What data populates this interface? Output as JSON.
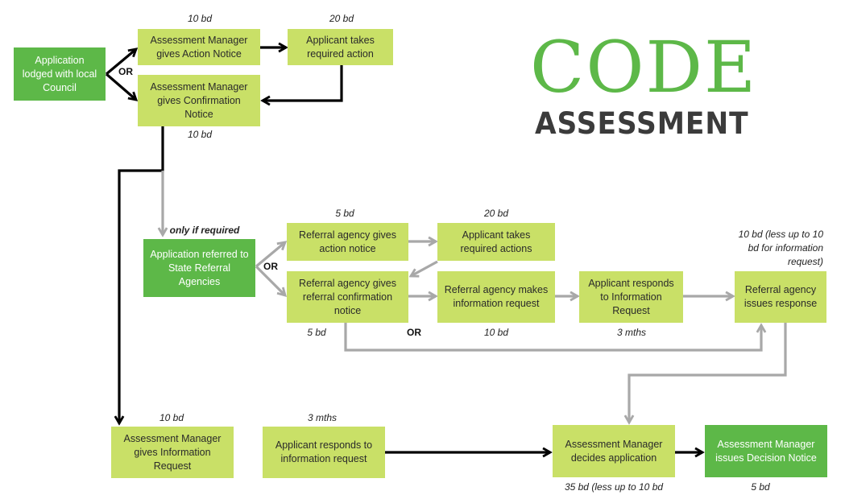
{
  "title": {
    "line1": "CODE",
    "line2": "ASSESSMENT"
  },
  "colors": {
    "primary_step": "#5db848",
    "step": "#c9e067",
    "main_path": "#000000",
    "referral_path": "#a8a8a8",
    "title_green": "#5db848",
    "title_dark": "#3b3b3b"
  },
  "boxes": {
    "lodged": "Application lodged with local Council",
    "action_notice": "Assessment Manager gives Action Notice",
    "applicant_action": "Applicant takes required action",
    "confirmation_notice": "Assessment Manager gives Confirmation Notice",
    "referred": "Application referred to State Referral Agencies",
    "ra_action_notice": "Referral agency gives action notice",
    "applicant_actions": "Applicant takes required actions",
    "ra_confirmation": "Referral agency gives referral confirmation notice",
    "ra_info_request": "Referral agency makes information request",
    "applicant_responds_ir": "Applicant responds to Information Request",
    "ra_response": "Referral agency issues response",
    "am_info_request": "Assessment Manager gives Information Request",
    "applicant_responds_info": "Applicant responds to information request",
    "am_decides": "Assessment Manager decides application",
    "decision_notice": "Assessment Manager issues Decision Notice"
  },
  "labels": {
    "action_notice_time": "10 bd",
    "applicant_action_time": "20 bd",
    "confirmation_time": "10 bd",
    "or_1": "OR",
    "only_if_required": "only if required",
    "or_2": "OR",
    "ra_action_time": "5 bd",
    "applicant_actions_time": "20 bd",
    "ra_confirmation_time": "5 bd",
    "or_3": "OR",
    "ra_info_time": "10 bd",
    "applicant_ir_time": "3 mths",
    "ra_response_time": "10 bd (less up to 10 bd for information request)",
    "am_info_time": "10 bd",
    "applicant_info_time": "3 mths",
    "am_decides_time": "35 bd (less up to 10 bd",
    "decision_time": "5 bd"
  }
}
